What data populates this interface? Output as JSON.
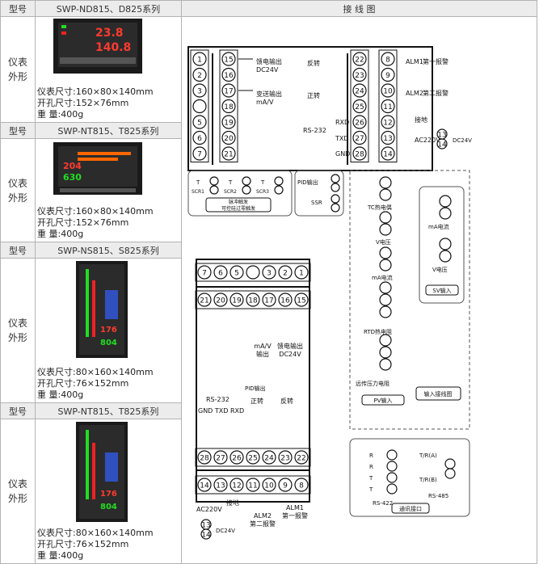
{
  "header": {
    "model_label": "型号",
    "diagram_title": "接 线 图"
  },
  "products": [
    {
      "series": "SWP-ND815、D825系列",
      "side_label": "仪表\n外形",
      "display_values": [
        "23.8",
        "140.8"
      ],
      "specs": [
        "仪表尺寸:160×80×140mm",
        "开孔尺寸:152×76mm",
        "重 量:400g"
      ]
    },
    {
      "series": "SWP-NT815、T825系列",
      "side_label": "仪表\n外形",
      "display_values": [
        "204",
        "630"
      ],
      "specs": [
        "仪表尺寸:160×80×140mm",
        "开孔尺寸:152×76mm",
        "重 量:400g"
      ]
    },
    {
      "series": "SWP-NS815、S825系列",
      "side_label": "仪表\n外形",
      "display_values": [
        "176",
        "804"
      ],
      "specs": [
        "仪表尺寸:80×160×140mm",
        "开孔尺寸:76×152mm",
        "重 量:400g"
      ]
    },
    {
      "series": "SWP-NT815、T825系列",
      "side_label": "仪表\n外形",
      "display_values": [
        "176",
        "804"
      ],
      "specs": [
        "仪表尺寸:80×160×140mm",
        "开孔尺寸:76×152mm",
        "重 量:400g"
      ]
    }
  ],
  "diagram": {
    "horizontal_block": {
      "left_col": [
        "1",
        "2",
        "3",
        "",
        "5",
        "6",
        "7"
      ],
      "mid_col": [
        "15",
        "16",
        "17",
        "18",
        "19",
        "20",
        "21"
      ],
      "right_col1": [
        "22",
        "23",
        "24",
        "25",
        "26",
        "27",
        "28"
      ],
      "right_col2": [
        "8",
        "9",
        "10",
        "11",
        "12",
        "13",
        "14"
      ],
      "feed_output": "馈电输出\nDC24V",
      "transmit_output": "变送输出\nmA/V",
      "reverse": "反转",
      "forward": "正转",
      "alm1": "ALM1",
      "alm1_desc": "第一报警",
      "alm2": "ALM2",
      "alm2_desc": "第二报警",
      "ground": "接地",
      "ac": "AC220V",
      "dc": "DC24V",
      "rs232": "RS-232",
      "rxd": "RXD",
      "txd": "TXD",
      "gnd": "GND"
    },
    "scr_box": {
      "labels": [
        "SCR1",
        "SCR2",
        "SCR3"
      ],
      "caption": "脉冲触发\n可控硅过零触发"
    },
    "pid_box": {
      "pid": "PID输出",
      "ssr": "SSR"
    },
    "input_panel": {
      "tc": "TC热电偶",
      "v": "V电压",
      "ma": "mA电流",
      "rtd": "RTD热电阻",
      "pot": "远传压力电阻",
      "pv": "PV输入",
      "ma2": "mA电流",
      "v2": "V电压",
      "sv": "SV输入",
      "wiring": "输入接线图"
    },
    "vertical_block": {
      "top_row1": [
        "7",
        "6",
        "5",
        "",
        "3",
        "2",
        "1"
      ],
      "top_row2": [
        "21",
        "20",
        "19",
        "18",
        "17",
        "16",
        "15"
      ],
      "bottom_row1": [
        "28",
        "27",
        "26",
        "25",
        "24",
        "23",
        "22"
      ],
      "bottom_row2": [
        "14",
        "13",
        "12",
        "11",
        "10",
        "9",
        "8"
      ],
      "ma_v": "mA/V\n输出",
      "feed": "馈电输出\nDC24V",
      "rs232": "RS-232",
      "gnd_txd_rxd": "GND TXD RXD",
      "pid": "PID输出",
      "forward": "正转",
      "reverse": "反转",
      "ground": "接地",
      "ac": "AC220V",
      "dc": "DC24V",
      "alm2": "ALM2\n第二报警",
      "alm1": "ALM1\n第一报警"
    },
    "comm": {
      "rs422": "RS-422",
      "rs485": "RS-485",
      "title": "通讯接口",
      "ta": "T/R(A)",
      "tb": "T/R(B)"
    }
  }
}
